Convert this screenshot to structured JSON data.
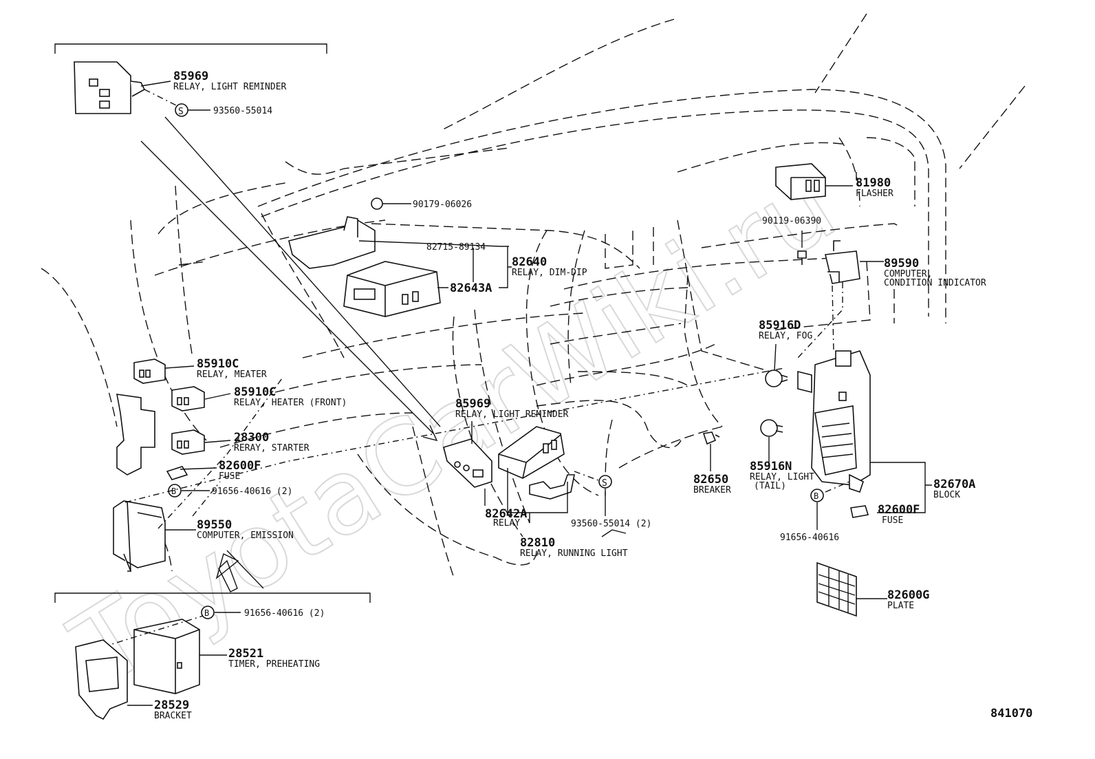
{
  "watermark": "ToyotaCarWiki.ru",
  "figure_code": "841070",
  "callouts": {
    "c85969_top": {
      "num": "85969",
      "desc": "RELAY, LIGHT REMINDER"
    },
    "c93560_top": {
      "marker": "S",
      "num": "93560-55014"
    },
    "c90179": {
      "num": "90179-06026"
    },
    "c82715": {
      "num": "82715-89134"
    },
    "c82640": {
      "num": "82640",
      "desc": "RELAY, DIM-DIP"
    },
    "c82643A": {
      "num": "82643A"
    },
    "c81980": {
      "num": "81980",
      "desc": "FLASHER"
    },
    "c90119": {
      "num": "90119-06390"
    },
    "c89590": {
      "num": "89590",
      "desc1": "COMPUTER,",
      "desc2": "CONDITION INDICATOR"
    },
    "c85916D": {
      "num": "85916D",
      "desc": "RELAY, FOG"
    },
    "c85910C_a": {
      "num": "85910C",
      "desc": "RELAY, MEATER"
    },
    "c85910C_b": {
      "num": "85910C",
      "desc": "RELAY, HEATER (FRONT)"
    },
    "c28300": {
      "num": "28300",
      "desc": "RERAY, STARTER"
    },
    "c82600F_left": {
      "num": "82600F",
      "desc": "FUSE"
    },
    "c91656_left": {
      "marker": "B",
      "num": "91656-40616 (2)"
    },
    "c89550": {
      "num": "89550",
      "desc": "COMPUTER, EMISSION"
    },
    "c85969_mid": {
      "num": "85969",
      "desc": "RELAY, LIGHT REMINDER"
    },
    "c82642A": {
      "num": "82642A",
      "desc": "RELAY"
    },
    "c93560_mid": {
      "marker": "S",
      "num": "93560-55014 (2)"
    },
    "c82810": {
      "num": "82810",
      "desc": "RELAY, RUNNING LIGHT"
    },
    "c82650": {
      "num": "82650",
      "desc": "BREAKER"
    },
    "c85916N": {
      "num": "85916N",
      "desc1": "RELAY, LIGHT",
      "desc2": "(TAIL)"
    },
    "c91656_right": {
      "marker": "B",
      "num": "91656-40616"
    },
    "c82670A": {
      "num": "82670A",
      "desc": "BLOCK"
    },
    "c82600F_right": {
      "num": "82600F",
      "desc": "FUSE"
    },
    "c82600G": {
      "num": "82600G",
      "desc": "PLATE"
    },
    "c91656_bottom": {
      "marker": "B",
      "num": "91656-40616 (2)"
    },
    "c28521": {
      "num": "28521",
      "desc": "TIMER, PREHEATING"
    },
    "c28529": {
      "num": "28529",
      "desc": "BRACKET"
    }
  }
}
